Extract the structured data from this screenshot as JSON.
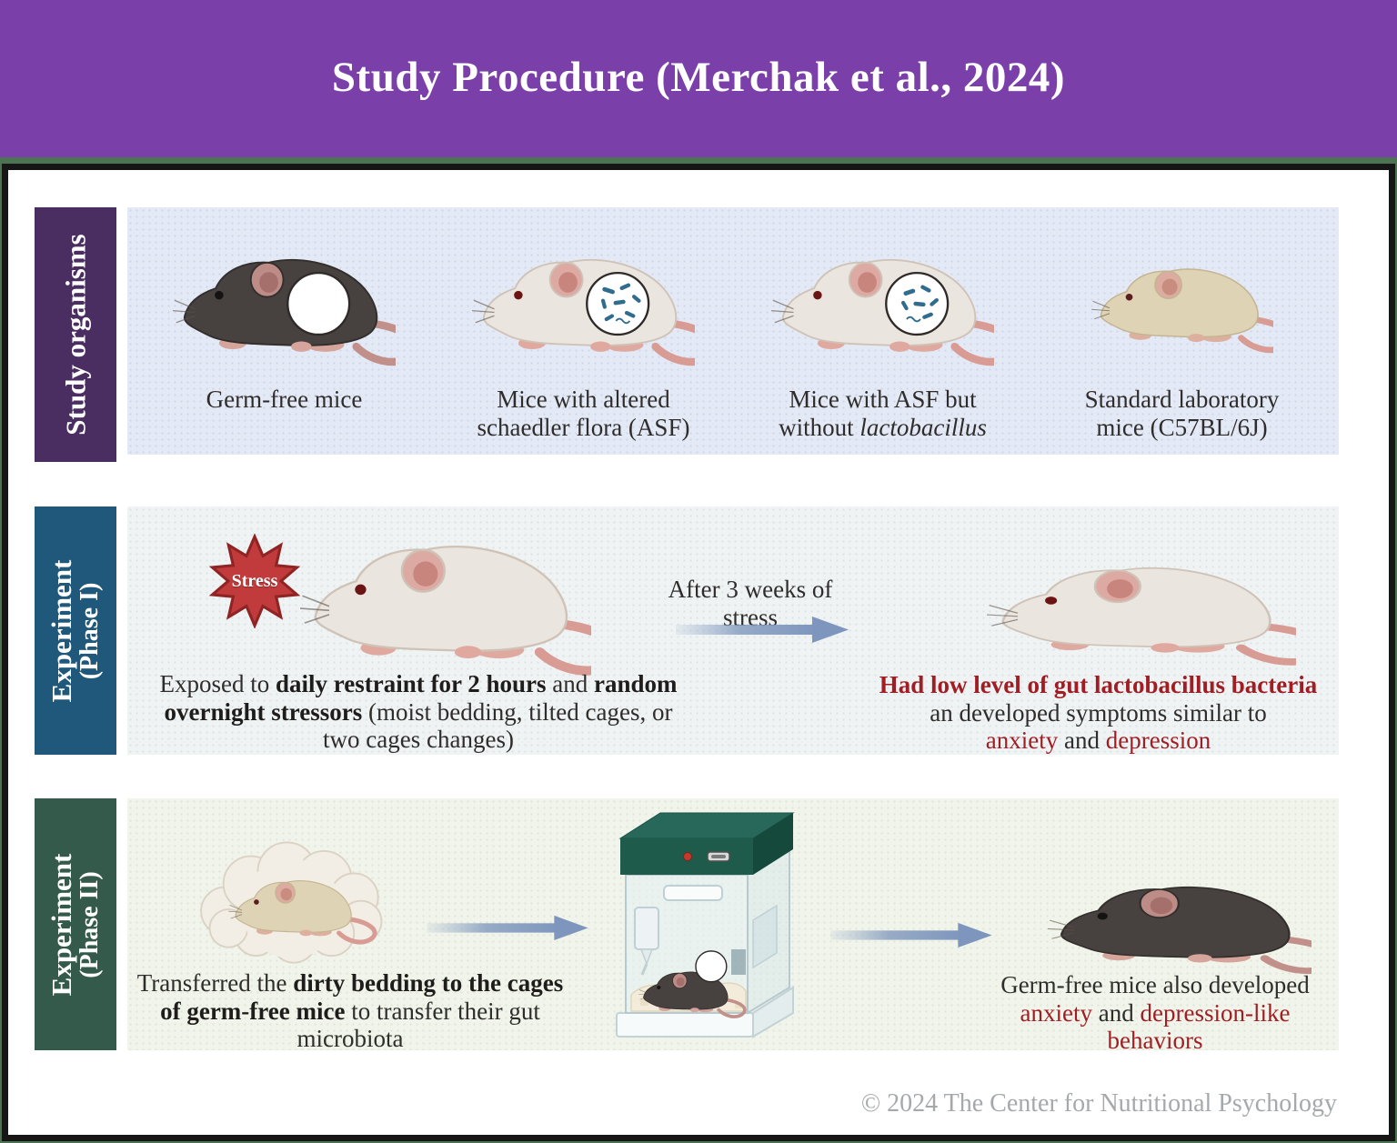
{
  "header": {
    "title": "Study Procedure (Merchak et al., 2024)"
  },
  "organisms": {
    "row_label": "Study organisms",
    "mouse1_caption": "Germ-free mice",
    "mouse2_caption": "Mice with altered schaedler flora (ASF)",
    "mouse3_caption_prefix": "Mice with ASF but without ",
    "mouse3_caption_italic": "lactobacillus",
    "mouse4_caption": "Standard laboratory mice (C57BL/6J)"
  },
  "phase1": {
    "row_label_line1": "Experiment",
    "row_label_line2": "(Phase I)",
    "stress_badge": "Stress",
    "exposure_seg1": "Exposed to ",
    "exposure_bold1": "daily restraint for 2 hours",
    "exposure_seg2": " and ",
    "exposure_bold2": "random overnight stressors",
    "exposure_seg3": " (moist bedding, tilted cages, or two cages changes)",
    "arrow_caption": "After 3 weeks of stress",
    "result_headline": "Had low level of gut lactobacillus bacteria",
    "result_line2": "an developed symptoms similar to",
    "result_red1": "anxiety",
    "result_conj": " and ",
    "result_red2": "depression"
  },
  "phase2": {
    "row_label_line1": "Experiment",
    "row_label_line2": "(Phase II)",
    "transfer_seg1": "Transferred the ",
    "transfer_bold": "dirty bedding to the cages of germ-free mice",
    "transfer_seg2": " to transfer their gut microbiota",
    "result_seg1": "Germ-free mice also developed ",
    "result_red1": "anxiety",
    "result_conj": " and ",
    "result_red2": "depression-like behaviors"
  },
  "footer": {
    "copyright": "© 2024 The Center for Nutritional Psychology"
  },
  "colors": {
    "header_purple": "#7B3FA9",
    "sidebar_purple": "#4A2E61",
    "sidebar_teal": "#20587B",
    "sidebar_green": "#335A4B",
    "panel_blue": "#E4E9F6",
    "panel_gray": "#EFF3F4",
    "panel_green": "#F1F4EA",
    "accent_red": "#A01E23",
    "arrow_blue": "#7E96BE",
    "stress_star_red": "#C23B3C",
    "cage_lid_green": "#1E5B4A"
  },
  "icons": {
    "stress_burst": "stress-burst-icon",
    "arrow": "arrow-right-icon",
    "microbiome_circle": "microbiome-circle-icon"
  }
}
